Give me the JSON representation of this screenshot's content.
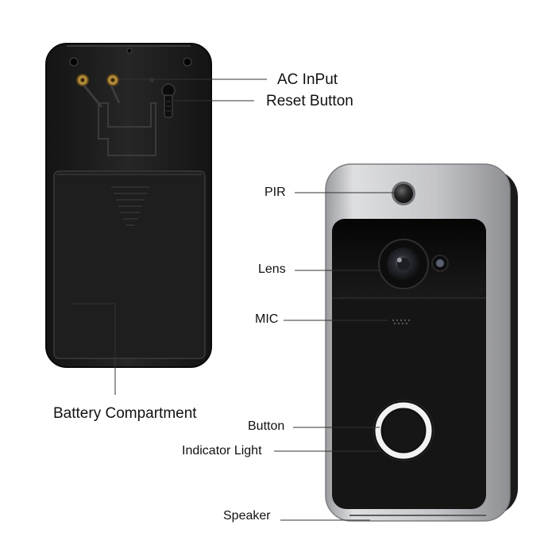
{
  "labels": {
    "ac_input": "AC InPut",
    "reset_button": "Reset Button",
    "battery_compartment": "Battery Compartment",
    "pir": "PIR",
    "lens": "Lens",
    "mic": "MIC",
    "button": "Button",
    "indicator_light": "Indicator Light",
    "speaker": "Speaker"
  },
  "colors": {
    "device_body": "#1c1c1c",
    "silver_frame": "#c9cacc",
    "indicator_ring": "#f2f2f2",
    "leader_line": "#333333"
  }
}
